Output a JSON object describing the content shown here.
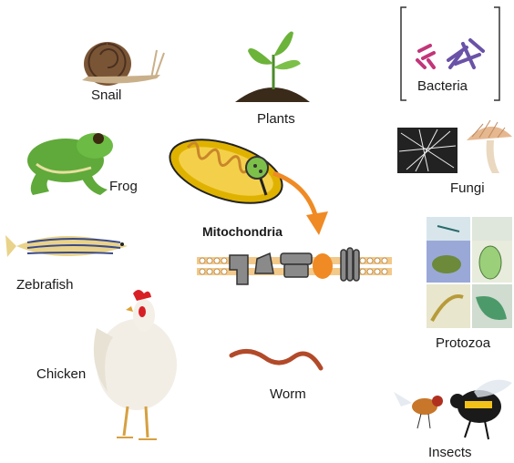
{
  "labels": {
    "snail": "Snail",
    "plants": "Plants",
    "bacteria": "Bacteria",
    "frog": "Frog",
    "fungi": "Fungi",
    "mitochondria": "Mitochondria",
    "zebrafish": "Zebrafish",
    "protozoa": "Protozoa",
    "chicken": "Chicken",
    "worm": "Worm",
    "insects": "Insects"
  },
  "colors": {
    "arrow": "#f08a24",
    "membrane": "#f3c98a",
    "protein_gray": "#8a8a8a",
    "protein_orange": "#f08a24",
    "mito_outer": "#e0b200",
    "mito_inner": "#c9862a",
    "worm": "#b24a2a",
    "frog": "#5faa3a",
    "comb": "#d81f26"
  }
}
